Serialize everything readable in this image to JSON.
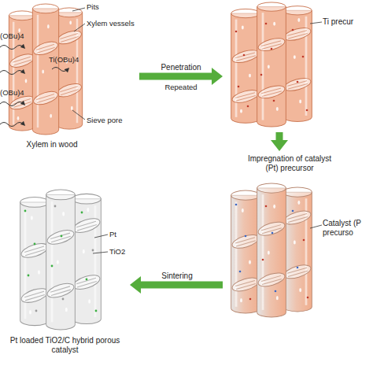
{
  "diagram": {
    "nodes": [
      {
        "text": [
          "Xylem in wood"
        ]
      },
      {
        "text": [
          "Ti precur"
        ]
      },
      {
        "text": [
          "Catalyst (P precurso"
        ]
      },
      {
        "text": [
          "Pt loaded TiO2/C hybrid porous catalyst"
        ]
      }
    ],
    "edges": [
      {
        "from": 0,
        "to": 1,
        "arrow": "to",
        "label": "Penetration"
      },
      {
        "from": 1,
        "to": 2,
        "arrow": "to",
        "label": "Impregnation of catalyst (Pt) precursor"
      },
      {
        "from": 2,
        "to": 3,
        "arrow": "to",
        "label": "Sintering"
      }
    ],
    "labels": [
      "(OBu)4",
      "Ti(OBu)4",
      "(OBu)4",
      "Pits",
      "Xylem vessels",
      "Sieve pore",
      "Repeated",
      "Pt",
      "TiO2"
    ]
  }
}
